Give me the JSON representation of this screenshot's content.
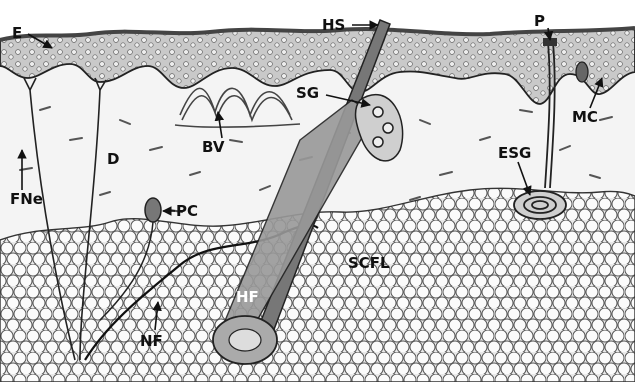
{
  "labels": {
    "E": "E",
    "HS": "HS",
    "P": "P",
    "SG": "SG",
    "MC": "MC",
    "BV": "BV",
    "ESG": "ESG",
    "D": "D",
    "FNe": "FNe",
    "PC": "PC",
    "SCFL": "SCFL",
    "HF": "HF",
    "NF": "NF"
  },
  "colors": {
    "epidermis": "#bdbdbd",
    "dermis": "#f2f2f2",
    "fat": "#dcdcdc",
    "ink": "#111111"
  }
}
